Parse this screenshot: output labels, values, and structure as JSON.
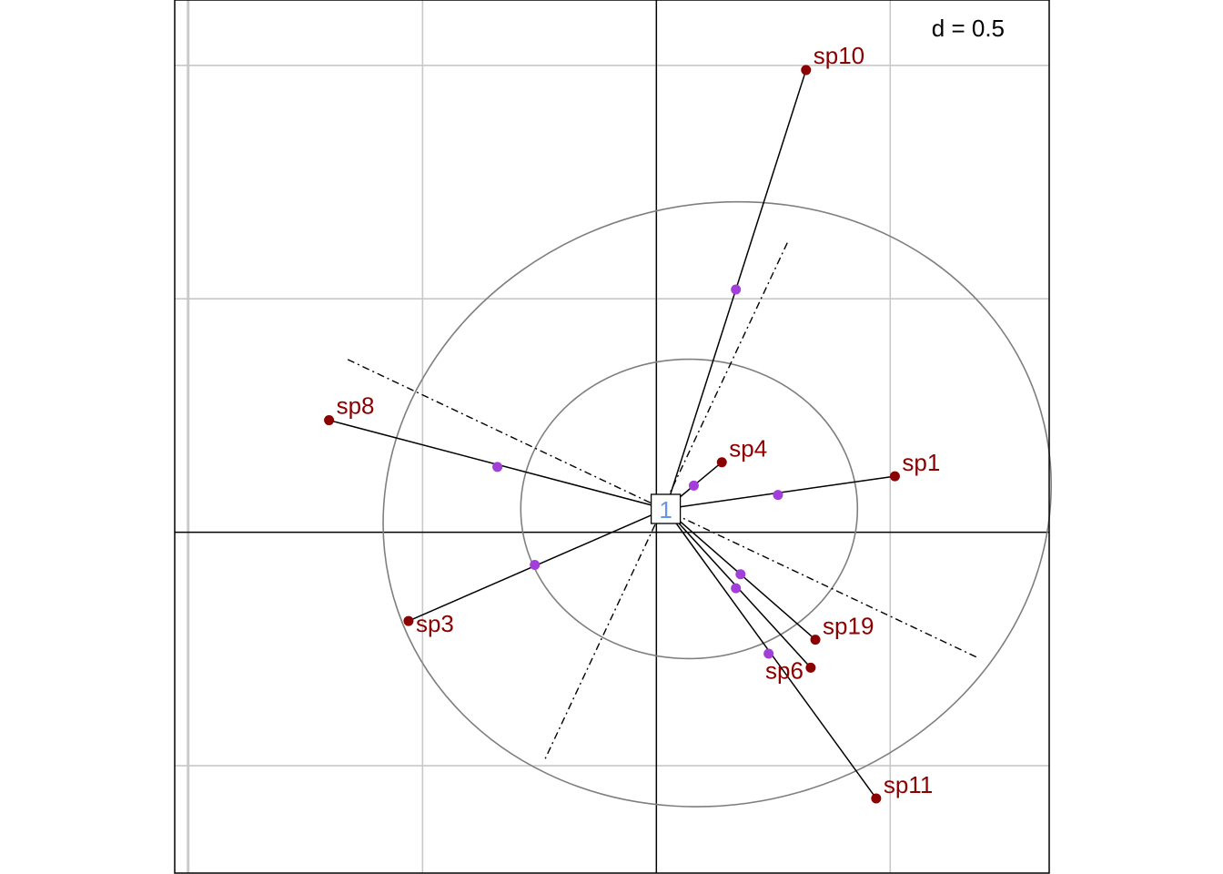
{
  "chart_data": {
    "type": "scatter",
    "scale_label": "d = 0.5",
    "grid": true,
    "xlim": [
      -1.03,
      0.84
    ],
    "ylim": [
      -0.73,
      1.14
    ],
    "gridline_step": 0.5,
    "center": {
      "label": "1",
      "x": 0.02,
      "y": 0.05
    },
    "points": [
      {
        "name": "sp10",
        "x": 0.32,
        "y": 0.99,
        "projection": {
          "x": 0.17,
          "y": 0.52
        }
      },
      {
        "name": "sp8",
        "x": -0.7,
        "y": 0.24,
        "projection": {
          "x": -0.34,
          "y": 0.14
        }
      },
      {
        "name": "sp4",
        "x": 0.14,
        "y": 0.15,
        "projection": {
          "x": 0.08,
          "y": 0.1
        }
      },
      {
        "name": "sp1",
        "x": 0.51,
        "y": 0.12,
        "projection": {
          "x": 0.26,
          "y": 0.08
        }
      },
      {
        "name": "sp3",
        "x": -0.53,
        "y": -0.19,
        "projection": {
          "x": -0.26,
          "y": -0.07
        }
      },
      {
        "name": "sp19",
        "x": 0.34,
        "y": -0.23,
        "projection": {
          "x": 0.18,
          "y": -0.09
        }
      },
      {
        "name": "sp6",
        "x": 0.33,
        "y": -0.29,
        "projection": {
          "x": 0.17,
          "y": -0.12
        }
      },
      {
        "name": "sp11",
        "x": 0.47,
        "y": -0.57,
        "projection": {
          "x": 0.24,
          "y": -0.26
        }
      }
    ],
    "ellipses": [
      {
        "cx": 0.07,
        "cy": 0.05,
        "rx": 0.36,
        "ry": 0.32,
        "angle_deg": 0
      },
      {
        "cx": 0.13,
        "cy": 0.06,
        "rx": 0.72,
        "ry": 0.64,
        "angle_deg": -16
      }
    ],
    "axes_dashed": [
      {
        "from": {
          "x": -0.66,
          "y": 0.37
        },
        "to": {
          "x": 0.69,
          "y": -0.27
        }
      },
      {
        "from": {
          "x": 0.28,
          "y": 0.62
        },
        "to": {
          "x": -0.24,
          "y": -0.49
        }
      }
    ],
    "colors": {
      "point": "#8b0000",
      "projection": "#a23fd8",
      "label": "#8b0000",
      "center_label": "#6495ed",
      "ellipse": "#7f7f7f",
      "grid": "#c8c8c8",
      "line": "#000000"
    }
  }
}
